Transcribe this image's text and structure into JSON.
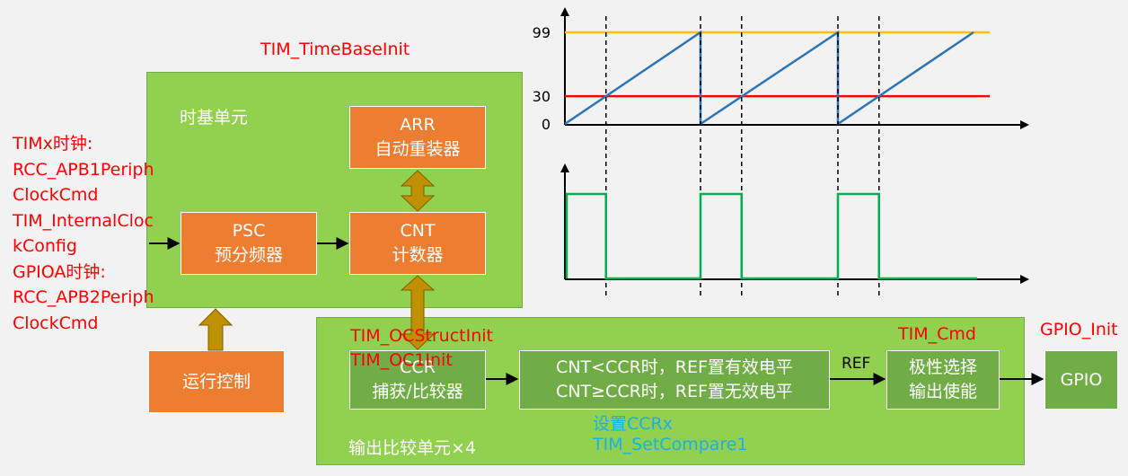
{
  "labels": {
    "time_base_init": "TIM_TimeBaseInit",
    "time_base_unit": "时基单元",
    "clock_config": [
      "TIMx时钟:",
      "RCC_APB1Periph",
      "ClockCmd",
      "TIM_InternalCloc",
      "kConfig",
      "GPIOA时钟:",
      "RCC_APB2Periph",
      "ClockCmd"
    ],
    "oc_struct_init": "TIM_OCStructInit",
    "oc1_init": "TIM_OC1Init",
    "tim_cmd": "TIM_Cmd",
    "gpio_init": "GPIO_Init",
    "set_ccr": "设置CCRx",
    "set_compare": "TIM_SetCompare1",
    "output_compare_unit": "输出比较单元×4",
    "ref": "REF"
  },
  "blocks": {
    "arr": {
      "line1": "ARR",
      "line2": "自动重装器"
    },
    "psc": {
      "line1": "PSC",
      "line2": "预分频器"
    },
    "cnt": {
      "line1": "CNT",
      "line2": "计数器"
    },
    "run_control": "运行控制",
    "ccr": {
      "line1": "CCR",
      "line2": "捕获/比较器"
    },
    "compare_logic": {
      "line1": "CNT<CCR时，REF置有效电平",
      "line2": "CNT≥CCR时，REF置无效电平"
    },
    "polarity": {
      "line1": "极性选择",
      "line2": "输出使能"
    },
    "gpio": "GPIO"
  },
  "chart_data": {
    "type": "line",
    "y_ticks": [
      "99",
      "30",
      "0"
    ],
    "arr_level": 99,
    "ccr_level": 30,
    "ylim": [
      0,
      99
    ],
    "colors": {
      "counter": "#2e75b6",
      "arr_line": "#ffc000",
      "ccr_line": "#ff0000",
      "pwm": "#00b050",
      "axis": "#000000"
    }
  },
  "colors": {
    "panel_green": "#92d050",
    "block_orange": "#ed7d31",
    "block_green": "#70ad47",
    "arrow_gold": "#bf9000",
    "label_red": "#ff0000",
    "label_cyan": "#1ab0e8"
  }
}
